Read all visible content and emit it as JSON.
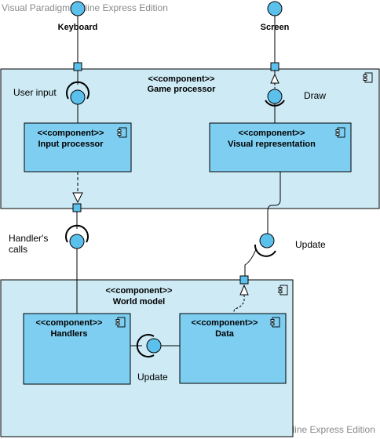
{
  "watermarks": {
    "top": "Visual Paradigm Online Express Edition",
    "bottom": "Visual Paradigm Online Express Edition"
  },
  "stereotype": "<<component>>",
  "components": {
    "game_processor": "Game processor",
    "input_processor": "Input processor",
    "visual_representation": "Visual representation",
    "world_model": "World model",
    "handlers": "Handlers",
    "data": "Data"
  },
  "actors": {
    "keyboard": "Keyboard",
    "screen": "Screen"
  },
  "labels": {
    "user_input": "User input",
    "draw": "Draw",
    "handlers_calls_line1": "Handler's",
    "handlers_calls_line2": "calls",
    "update_right": "Update",
    "update_bottom": "Update"
  },
  "colors": {
    "outer_fill": "#cdeaf5",
    "inner_fill": "#7dcef1",
    "ball_fill": "#5bc0eb",
    "stroke": "#000000"
  },
  "icons": [
    "component-icon"
  ]
}
